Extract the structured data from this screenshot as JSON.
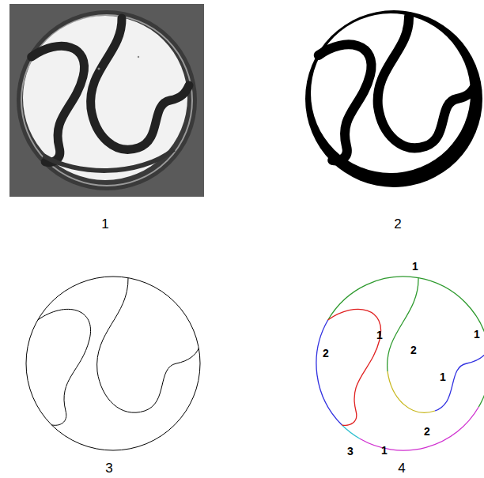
{
  "diagram": {
    "labels": [
      "1",
      "2",
      "3",
      "4",
      "1",
      "1",
      "2",
      "1",
      "2",
      "1",
      "3",
      "1",
      "2"
    ]
  }
}
